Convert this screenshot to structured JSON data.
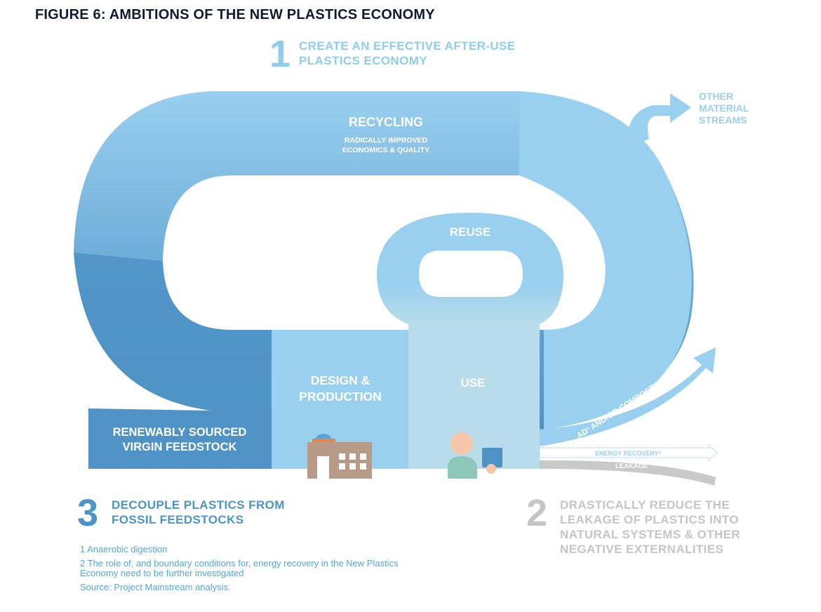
{
  "title": "FIGURE 6: AMBITIONS OF THE NEW PLASTICS ECONOMY",
  "ambitions": [
    {
      "number": "1",
      "line1": "CREATE AN EFFECTIVE AFTER-USE",
      "line2": "PLASTICS ECONOMY"
    },
    {
      "number": "2",
      "line1": "DRASTICALLY REDUCE THE",
      "line2": "LEAKAGE OF PLASTICS INTO",
      "line3": "NATURAL SYSTEMS & OTHER",
      "line4": "NEGATIVE EXTERNALITIES"
    },
    {
      "number": "3",
      "line1": "DECOUPLE PLASTICS FROM",
      "line2": "FOSSIL FEEDSTOCKS"
    }
  ],
  "diagram": {
    "recycling": {
      "label": "RECYCLING",
      "sub1": "RADICALLY IMPROVED",
      "sub2": "ECONOMICS & QUALITY"
    },
    "other_streams": {
      "line1": "OTHER",
      "line2": "MATERIAL",
      "line3": "STREAMS"
    },
    "reuse": "REUSE",
    "use": "USE",
    "design": {
      "line1": "DESIGN &",
      "line2": "PRODUCTION"
    },
    "renewable": {
      "line1": "RENEWABLY SOURCED",
      "line2": "VIRGIN FEEDSTOCK"
    },
    "ad_composting": "AD¹ AND/OR COMPOSTING",
    "energy_recovery": "ENERGY RECOVERY²",
    "leakage": "LEAKAGE"
  },
  "footnotes": {
    "note1": "1 Anaerobic digestion",
    "note2a": "2 The role of, and boundary conditions for, energy recovery in the New Plastics",
    "note2b": "Economy need to be further investigated",
    "source": "Source: Project Mainstream analysis."
  },
  "colors": {
    "light_blue": "#99d0f0",
    "mid_blue": "#4f93c6",
    "pale_blue": "#b9dcea",
    "grey": "#c9c9c9",
    "title_navy": "#111a33"
  }
}
